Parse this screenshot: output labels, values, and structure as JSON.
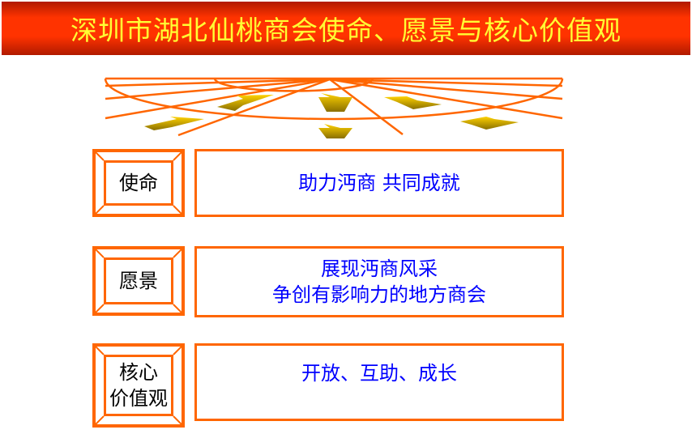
{
  "title": "深圳市湖北仙桃商会使命、愿景与核心价值观",
  "rows": [
    {
      "label_lines": [
        "使命"
      ],
      "content_lines": [
        "助力沔商 共同成就"
      ]
    },
    {
      "label_lines": [
        "愿景"
      ],
      "content_lines": [
        "展现沔商风采",
        "争创有影响力的地方商会"
      ]
    },
    {
      "label_lines": [
        "核心",
        "价值观"
      ],
      "content_lines": [
        "开放、互助、成长"
      ]
    }
  ],
  "colors": {
    "accent": "#ff6600",
    "title_bg": "#ff3300",
    "title_text": "#ffff33",
    "content_text": "#0000ff",
    "arrow": "#d4a800"
  }
}
